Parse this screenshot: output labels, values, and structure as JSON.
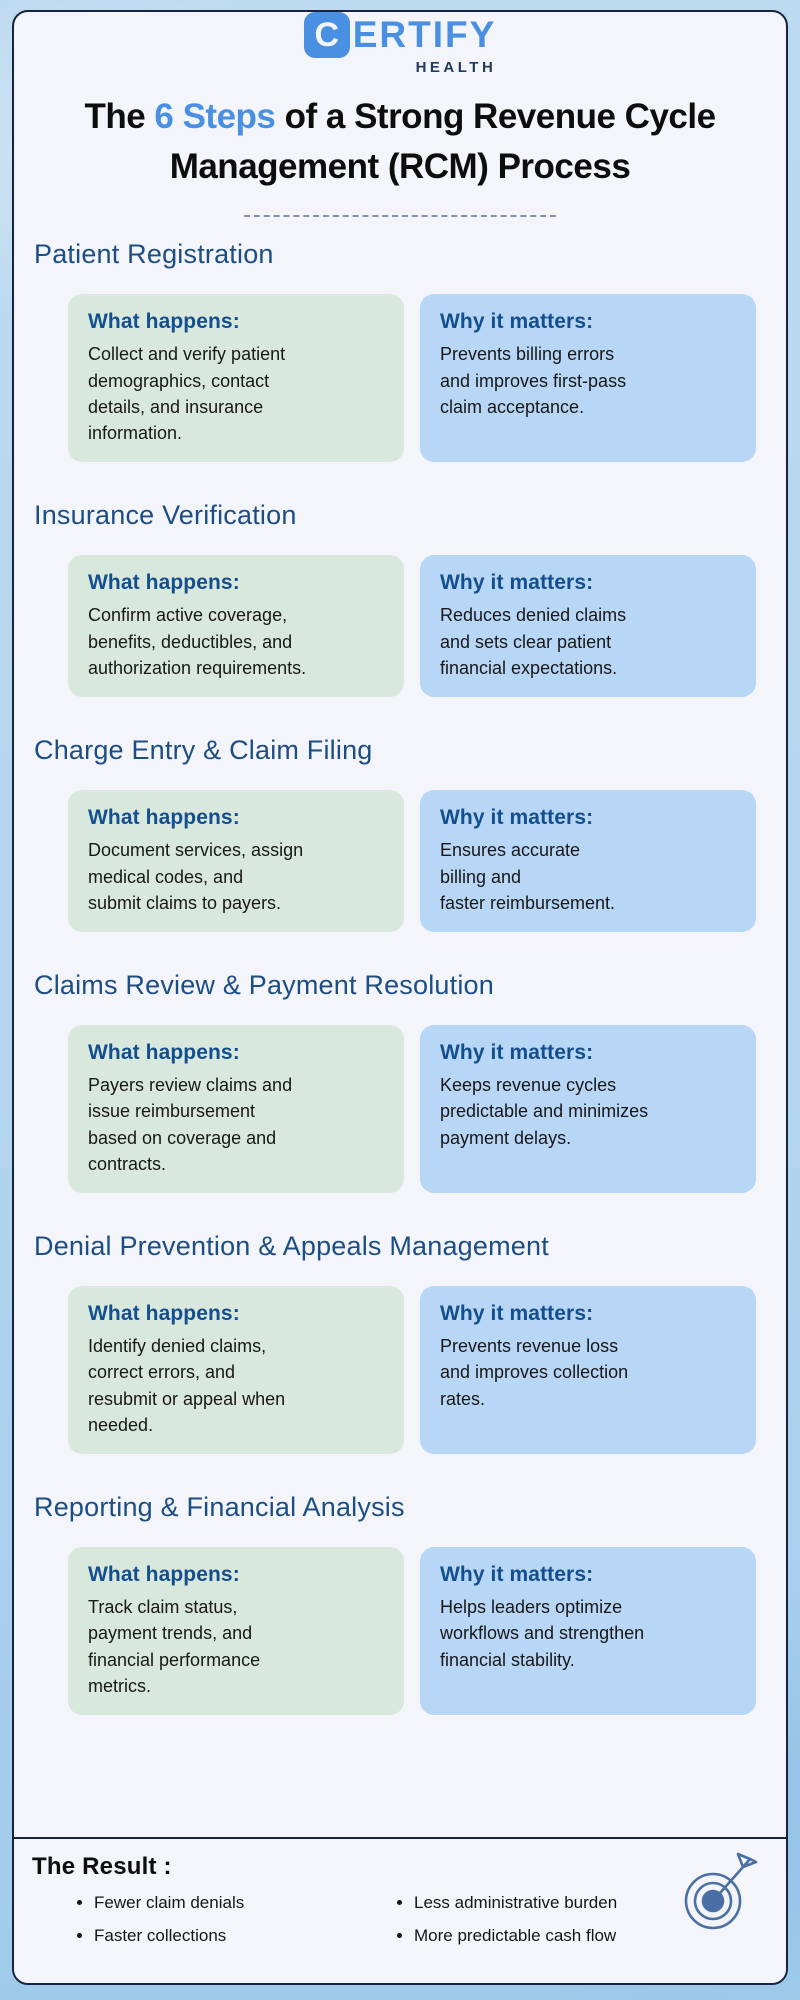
{
  "brand": {
    "mark": "C",
    "name_rest": "ERTIFY",
    "subname": "HEALTH",
    "logo_blue": "#4a90e2",
    "logo_navy": "#223a5e"
  },
  "title": {
    "line1_prefix": "The ",
    "line1_highlight": "6 Steps",
    "line1_suffix": " of a Strong Revenue Cycle",
    "line2": "Management (RCM) Process",
    "highlight_color": "#4a90e2"
  },
  "sections": [
    {
      "heading": "Patient Registration",
      "what_label": "What happens:",
      "what_text": "Collect and verify patient\ndemographics, contact\ndetails, and insurance\ninformation.",
      "why_label": "Why it matters:",
      "why_text": "Prevents billing errors\nand improves first-pass\nclaim acceptance."
    },
    {
      "heading": "Insurance Verification",
      "what_label": "What happens:",
      "what_text": "Confirm active coverage,\nbenefits, deductibles, and\nauthorization requirements.",
      "why_label": "Why it matters:",
      "why_text": "Reduces denied claims\nand sets clear patient\nfinancial expectations."
    },
    {
      "heading": "Charge Entry & Claim Filing",
      "what_label": "What happens:",
      "what_text": "Document services, assign\nmedical codes, and\nsubmit claims to payers.",
      "why_label": "Why it matters:",
      "why_text": "Ensures accurate\nbilling and\nfaster reimbursement."
    },
    {
      "heading": "Claims Review & Payment Resolution",
      "what_label": "What happens:",
      "what_text": "Payers review claims and\nissue reimbursement\nbased on coverage and\ncontracts.",
      "why_label": "Why it matters:",
      "why_text": "Keeps revenue cycles\npredictable and minimizes\npayment delays."
    },
    {
      "heading": "Denial Prevention & Appeals Management",
      "what_label": "What happens:",
      "what_text": "Identify denied claims,\ncorrect errors, and\nresubmit or appeal when\nneeded.",
      "why_label": "Why it matters:",
      "why_text": "Prevents revenue loss\nand improves collection\nrates."
    },
    {
      "heading": "Reporting & Financial Analysis",
      "what_label": "What happens:",
      "what_text": "Track claim status,\npayment trends, and\nfinancial performance\nmetrics.",
      "why_label": "Why it matters:",
      "why_text": "Helps leaders optimize\nworkflows and strengthen\nfinancial stability."
    }
  ],
  "result": {
    "heading": "The Result :",
    "bullets_col1": [
      "Fewer claim denials",
      "Faster collections"
    ],
    "bullets_col2": [
      "Less administrative burden",
      "More predictable cash flow"
    ],
    "icon": "dartboard-arrow-icon"
  },
  "colors": {
    "outer_bg": "#b3d5ee",
    "card_bg": "#f3f5fa",
    "card_border": "#16243f",
    "section_heading": "#1c4d84",
    "box_label": "#134e8e",
    "green_box": "#d9e8dd",
    "blue_box": "#b8d6f5",
    "body_text": "#181818",
    "divider": "#8590ab",
    "icon_blue": "#4b6fa4"
  }
}
